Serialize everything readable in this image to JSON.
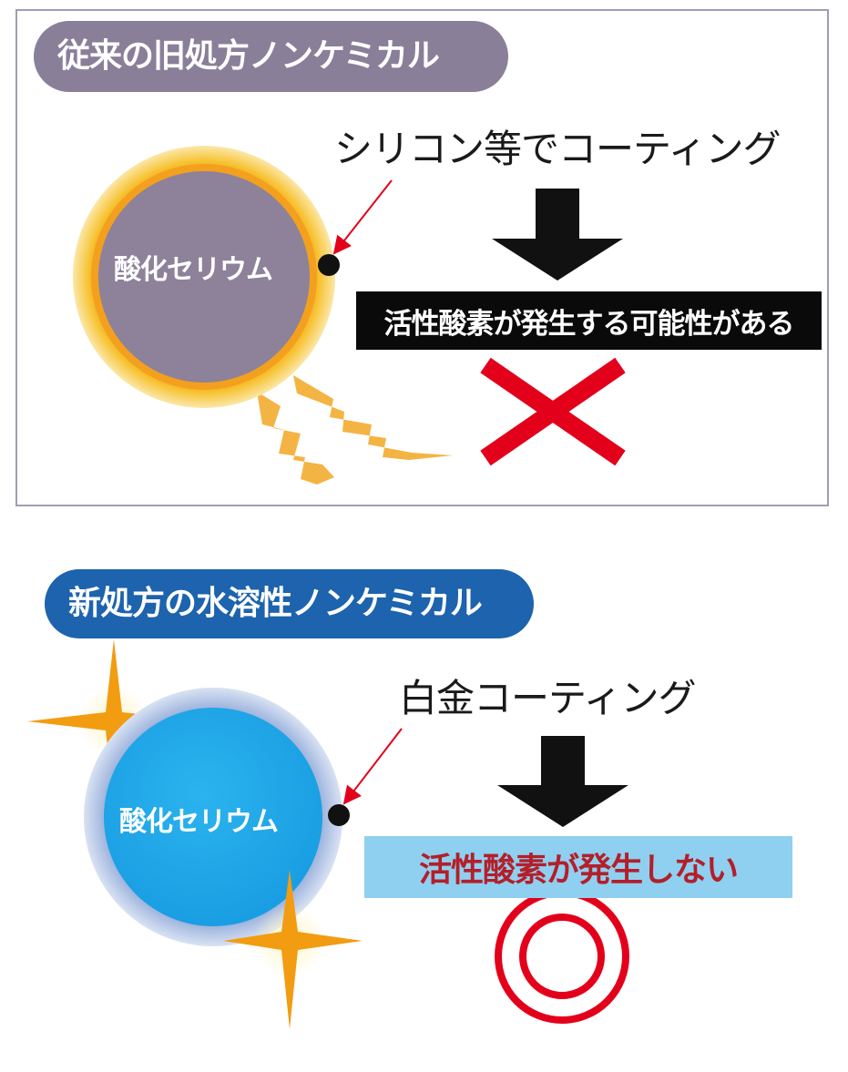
{
  "old_formula": {
    "title": "従来の旧処方ノンケミカル",
    "core_label": "酸化セリウム",
    "coating_label": "シリコン等でコーティング",
    "result_label": "活性酸素が発生する可能性がある",
    "verdict_icon": "cross-mark-icon",
    "colors": {
      "pill": "#8a7f98",
      "core": "#8d8299",
      "glow": "#f6b63c",
      "result_bg": "#0a0a0a",
      "verdict": "#e3001b"
    }
  },
  "new_formula": {
    "title": "新処方の水溶性ノンケミカル",
    "core_label": "酸化セリウム",
    "coating_label": "白金コーティング",
    "result_label": "活性酸素が発生しない",
    "verdict_icon": "double-circle-icon",
    "colors": {
      "pill": "#1d63ad",
      "core": "#1ea7e8",
      "ring": "#bfd0ec",
      "result_bg": "#8fd0f0",
      "result_text": "#b31f2a",
      "verdict": "#e3001b"
    }
  }
}
